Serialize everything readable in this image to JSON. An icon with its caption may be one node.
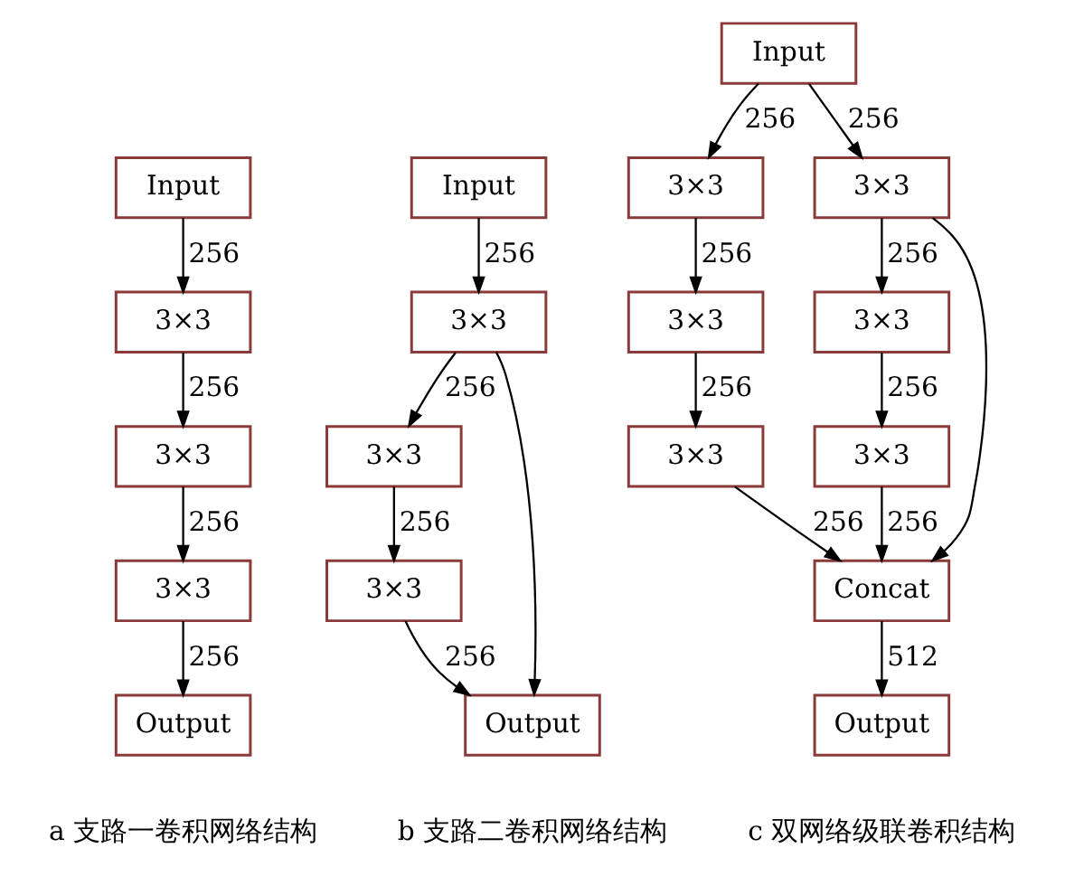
{
  "diagram": {
    "nodes": [
      {
        "text": [
          "Input"
        ]
      },
      {
        "text": [
          "3×3"
        ]
      },
      {
        "text": [
          "3×3"
        ]
      },
      {
        "text": [
          "3×3"
        ]
      },
      {
        "text": [
          "Output"
        ]
      },
      {
        "text": [
          "Input"
        ]
      },
      {
        "text": [
          "3×3"
        ]
      },
      {
        "text": [
          "3×3"
        ]
      },
      {
        "text": [
          "3×3"
        ]
      },
      {
        "text": [
          "Output"
        ]
      },
      {
        "text": [
          "Input"
        ]
      },
      {
        "text": [
          "3×3"
        ]
      },
      {
        "text": [
          "3×3"
        ]
      },
      {
        "text": [
          "3×3"
        ]
      },
      {
        "text": [
          "3×3"
        ]
      },
      {
        "text": [
          "3×3"
        ]
      },
      {
        "text": [
          "3×3"
        ]
      },
      {
        "text": [
          "Concat"
        ]
      },
      {
        "text": [
          "Output"
        ]
      }
    ],
    "edges": [
      {
        "from": 0,
        "to": 1,
        "arrow": "to",
        "label": "256"
      },
      {
        "from": 1,
        "to": 2,
        "arrow": "to",
        "label": "256"
      },
      {
        "from": 2,
        "to": 3,
        "arrow": "to",
        "label": "256"
      },
      {
        "from": 3,
        "to": 4,
        "arrow": "to",
        "label": "256"
      },
      {
        "from": 5,
        "to": 6,
        "arrow": "to",
        "label": "256"
      },
      {
        "from": 6,
        "to": 7,
        "arrow": "to",
        "label": "256"
      },
      {
        "from": 7,
        "to": 8,
        "arrow": "to",
        "label": "256"
      },
      {
        "from": 8,
        "to": 9,
        "arrow": "to",
        "label": "256"
      },
      {
        "from": 6,
        "to": 9,
        "arrow": "to"
      },
      {
        "from": 10,
        "to": 11,
        "arrow": "to",
        "label": "256"
      },
      {
        "from": 10,
        "to": 12,
        "arrow": "to",
        "label": "256"
      },
      {
        "from": 11,
        "to": 13,
        "arrow": "to",
        "label": "256"
      },
      {
        "from": 13,
        "to": 15,
        "arrow": "to",
        "label": "256"
      },
      {
        "from": 15,
        "to": 17,
        "arrow": "to",
        "label": "256"
      },
      {
        "from": 12,
        "to": 14,
        "arrow": "to",
        "label": "256"
      },
      {
        "from": 14,
        "to": 16,
        "arrow": "to",
        "label": "256"
      },
      {
        "from": 16,
        "to": 17,
        "arrow": "to",
        "label": "256"
      },
      {
        "from": 12,
        "to": 17,
        "arrow": "to"
      },
      {
        "from": 17,
        "to": 18,
        "arrow": "to",
        "label": "512"
      }
    ],
    "labels": [
      "a 支路一卷积网络结构",
      "b 支路二卷积网络结构",
      "c 双网络级联卷积结构"
    ]
  }
}
